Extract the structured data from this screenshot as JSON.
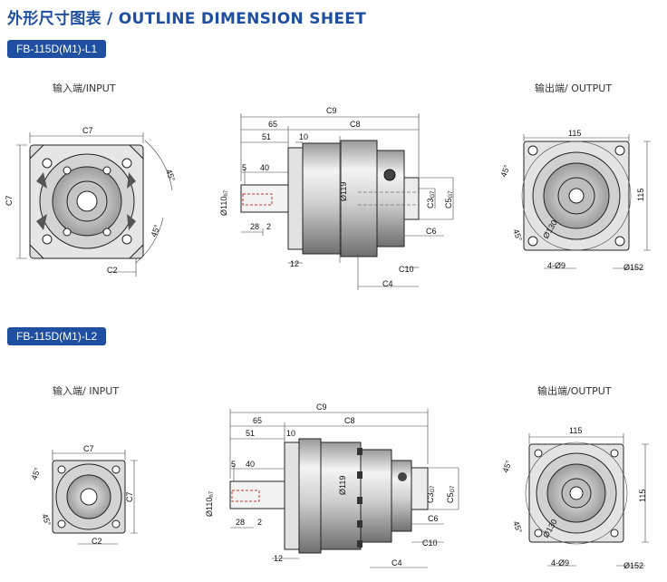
{
  "header": {
    "title": "外形尺寸图表 / OUTLINE DIMENSION SHEET"
  },
  "models": [
    {
      "name": "FB-115D(M1)-L1",
      "input_label": "输入端/INPUT",
      "output_label": "输出端/ OUTPUT"
    },
    {
      "name": "FB-115D(M1)-L2",
      "input_label": "输入端/ INPUT",
      "output_label": "输出端/OUTPUT"
    }
  ],
  "dims": {
    "c7": "C7",
    "c2": "C2",
    "c9": "C9",
    "c8": "C8",
    "d65": "65",
    "d51": "51",
    "d10": "10",
    "d5": "5",
    "d40": "40",
    "d28": "28",
    "d2": "2",
    "d12": "12",
    "c6": "C6",
    "c10": "C10",
    "c4": "C4",
    "c3": "C3",
    "c3_tol": "G7",
    "c5": "C5",
    "c5_tol": "G7",
    "phi110": "Ø110",
    "phi110_tol": "h7",
    "phi119": "Ø119",
    "d115": "115",
    "phi130": "Ø130",
    "phi152": "Ø152",
    "holes": "4-Ø9",
    "ang45": "45°"
  },
  "colors": {
    "brand_blue": "#1f4fa0",
    "metal_light": "#e8e8e8",
    "metal_mid": "#bdbdbd",
    "metal_dark": "#5a5a5a"
  }
}
